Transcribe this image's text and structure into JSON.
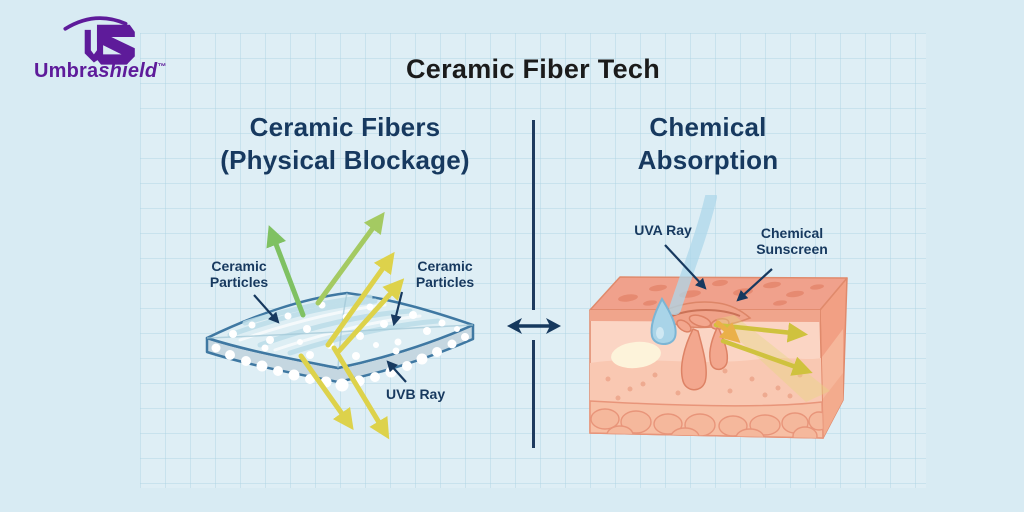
{
  "brand": {
    "monogram": "US",
    "name_bold": "Umbra",
    "name_italic": "shield",
    "trademark": "™"
  },
  "header": {
    "title": "Ceramic Fiber Tech"
  },
  "left_panel": {
    "heading": "Ceramic Fibers\n(Physical Blockage)",
    "labels": {
      "ceramic_particles_left": "Ceramic\nParticles",
      "ceramic_particles_right": "Ceramic\nParticles",
      "uvb_ray": "UVB Ray"
    }
  },
  "right_panel": {
    "heading": "Chemical\nAbsorption",
    "labels": {
      "uva_ray": "UVA Ray",
      "chemical_sunscreen": "Chemical\nSunscreen"
    }
  },
  "icons": {
    "compare_arrow": "↔",
    "brand_monogram": "US shield monogram with umbrella arc"
  },
  "colors": {
    "background": "#d8ebf3",
    "grid_line": "#c3dde9",
    "heading_navy": "#17395f",
    "title_black": "#1b1b1b",
    "brand_purple": "#5e1b9a",
    "reflected_ray_green": "#7fc162",
    "reflected_ray_green_light": "#a4ca62",
    "uv_ray_yellow": "#ddd24b",
    "fabric_outline_blue": "#3f78a2",
    "fabric_top": "#ddeef4",
    "skin_top": "#f0a18c",
    "skin_front_light": "#fbd5c4",
    "skin_cells": "#f7bfa4",
    "uva_beam_blue": "#aed7e9",
    "absorbed_arrow_orange": "#eab049"
  }
}
